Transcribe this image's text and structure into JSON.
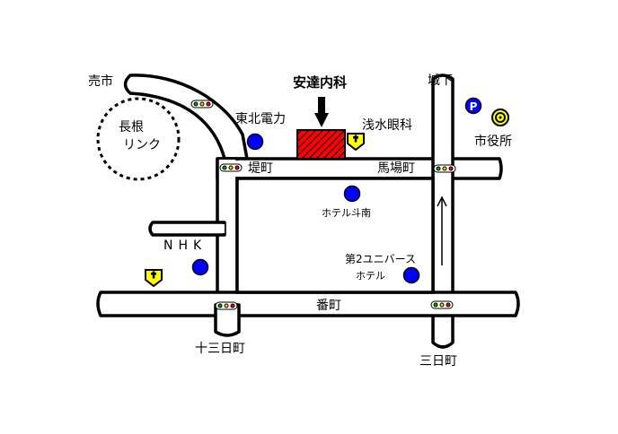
{
  "map": {
    "title": "安達内科",
    "places": {
      "baishi": "売市",
      "nagane_line1": "長根",
      "nagane_line2": "リンク",
      "tohoku_denryoku": "東北電力",
      "asamizu": "浅水眼科",
      "jouka": "城下",
      "shiyakusho": "市役所",
      "parking_letter": "P",
      "tsutsumimachi": "堤町",
      "babamachi": "馬場町",
      "hotel_tonan": "ホテル斗南",
      "nhk": "NHK",
      "daini_univ_line1": "第2ユニバース",
      "daini_univ_line2": "ホテル",
      "bancho": "番町",
      "jusanichimachi": "十三日町",
      "mikkamachi": "三日町"
    }
  }
}
